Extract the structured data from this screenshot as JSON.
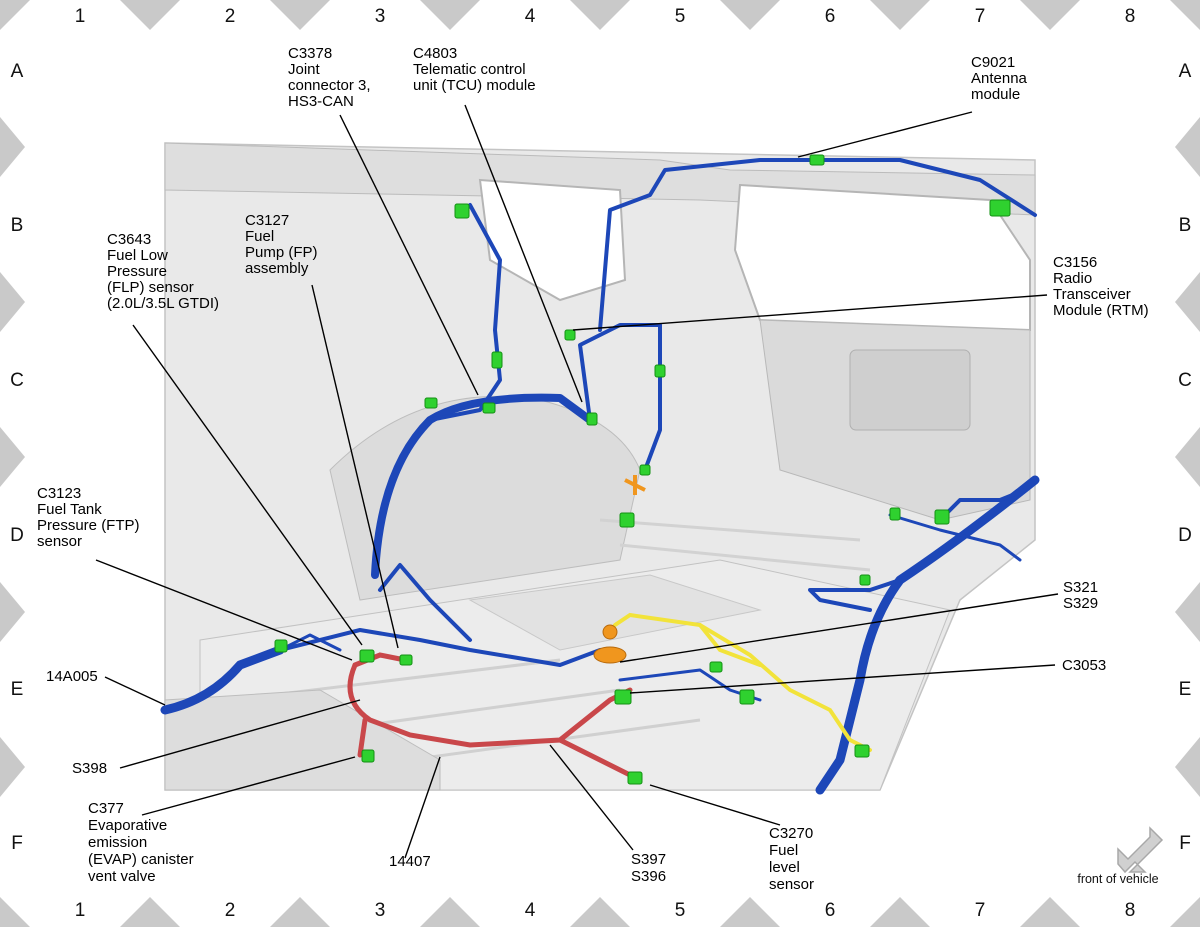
{
  "grid": {
    "columns": [
      "1",
      "2",
      "3",
      "4",
      "5",
      "6",
      "7",
      "8"
    ],
    "rows": [
      "A",
      "B",
      "C",
      "D",
      "E",
      "F"
    ]
  },
  "callouts": {
    "c3378": [
      "C3378",
      "Joint",
      "connector 3,",
      "HS3-CAN"
    ],
    "c4803": [
      "C4803",
      "Telematic control",
      "unit (TCU) module"
    ],
    "c9021": [
      "C9021",
      "Antenna",
      "module"
    ],
    "c3643": [
      "C3643",
      "Fuel Low",
      "Pressure",
      "(FLP) sensor",
      "(2.0L/3.5L GTDI)"
    ],
    "c3127": [
      "C3127",
      "Fuel",
      "Pump (FP)",
      "assembly"
    ],
    "c3156": [
      "C3156",
      "Radio",
      "Transceiver",
      "Module (RTM)"
    ],
    "c3123": [
      "C3123",
      "Fuel Tank",
      "Pressure (FTP)",
      "sensor"
    ],
    "s321": [
      "S321",
      "S329"
    ],
    "c3053": [
      "C3053"
    ],
    "h14a005": [
      "14A005"
    ],
    "s398": [
      "S398"
    ],
    "c377": [
      "C377",
      "Evaporative",
      "emission",
      "(EVAP) canister",
      "vent valve"
    ],
    "h14407": [
      "14407"
    ],
    "s397": [
      "S397",
      "S396"
    ],
    "c3270": [
      "C3270",
      "Fuel",
      "level",
      "sensor"
    ]
  },
  "orientation": {
    "label": "front of vehicle",
    "icon": "arrow-down-left-icon"
  },
  "colors": {
    "harness_blue": "#1d47b8",
    "harness_red": "#c9474a",
    "harness_yellow": "#f2e33a",
    "connector_green": "#2fd12f",
    "splice_orange": "#f0961e",
    "body_gray": "#e4e4e4",
    "grid_marker": "#c9c9c9"
  }
}
